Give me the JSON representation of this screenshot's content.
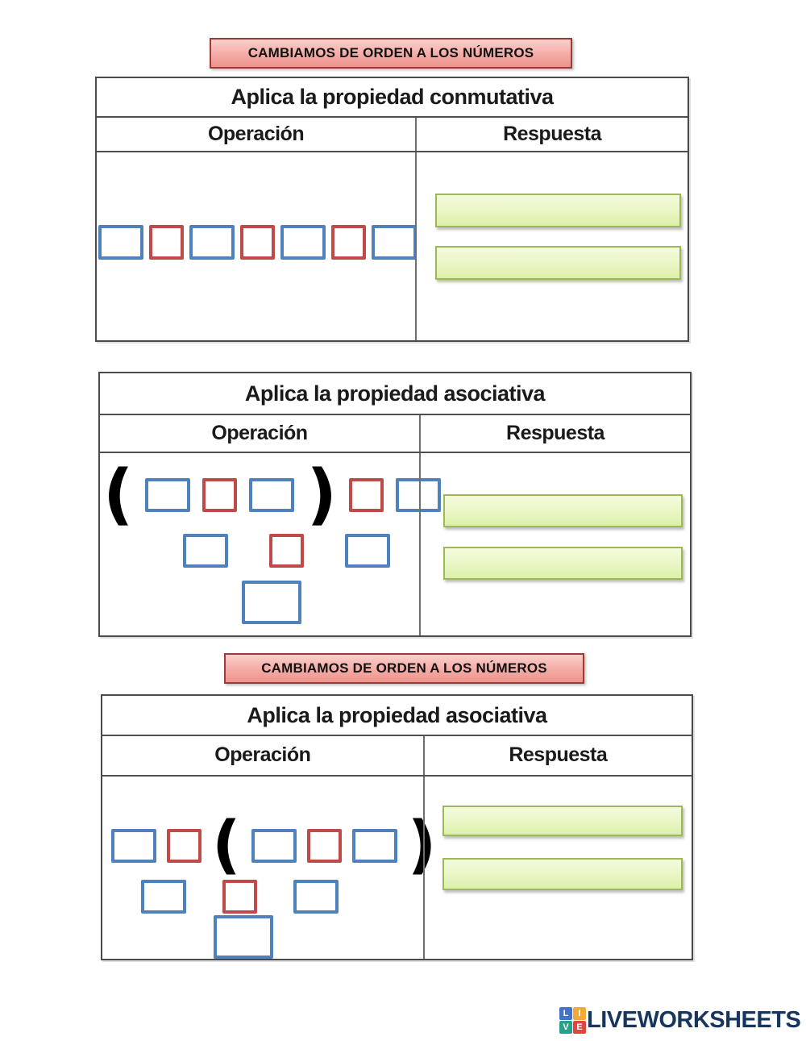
{
  "banner": {
    "label": "CAMBIAMOS DE ORDEN A LOS NÚMEROS"
  },
  "tables": [
    {
      "title": "Aplica la propiedad conmutativa",
      "operation_header": "Operación",
      "answer_header": "Respuesta",
      "operation_rows": [
        [
          "blue",
          "red",
          "blue",
          "red",
          "blue",
          "red",
          "blue"
        ]
      ],
      "answers": [
        {
          "value": ""
        },
        {
          "value": ""
        }
      ]
    },
    {
      "title": "Aplica la propiedad asociativa",
      "operation_header": "Operación",
      "answer_header": "Respuesta",
      "operation_rows": [
        [
          "(",
          "blue",
          "red",
          "blue",
          ")",
          "red",
          "blue"
        ],
        [
          "blue",
          "red",
          "blue"
        ],
        [
          "blue-large"
        ]
      ],
      "answers": [
        {
          "value": ""
        },
        {
          "value": ""
        }
      ]
    },
    {
      "title": "Aplica la propiedad asociativa",
      "operation_header": "Operación",
      "answer_header": "Respuesta",
      "operation_rows": [
        [
          "blue",
          "red",
          "(",
          "blue",
          "red",
          "blue",
          ")"
        ],
        [
          "blue",
          "red",
          "blue"
        ],
        [
          "blue-large"
        ]
      ],
      "answers": [
        {
          "value": ""
        },
        {
          "value": ""
        }
      ]
    }
  ],
  "logo": {
    "text": "LIVEWORKSHEETS",
    "tiles": [
      {
        "letter": "L",
        "color": "#4472C4"
      },
      {
        "letter": "I",
        "color": "#F2A93B"
      },
      {
        "letter": "V",
        "color": "#27A08C"
      },
      {
        "letter": "E",
        "color": "#E2453C"
      }
    ]
  },
  "colors": {
    "banner_border": "#9C3A38",
    "banner_fill_top": "#FBD0CC",
    "banner_fill_bottom": "#EE938D",
    "blue_box_border": "#4F81BD",
    "red_box_border": "#BE4B48",
    "answer_fill_top": "#F4FBDD",
    "answer_fill_bottom": "#DCF0A9",
    "answer_border": "#9CB85A",
    "logo_text_color": "#17365D"
  }
}
